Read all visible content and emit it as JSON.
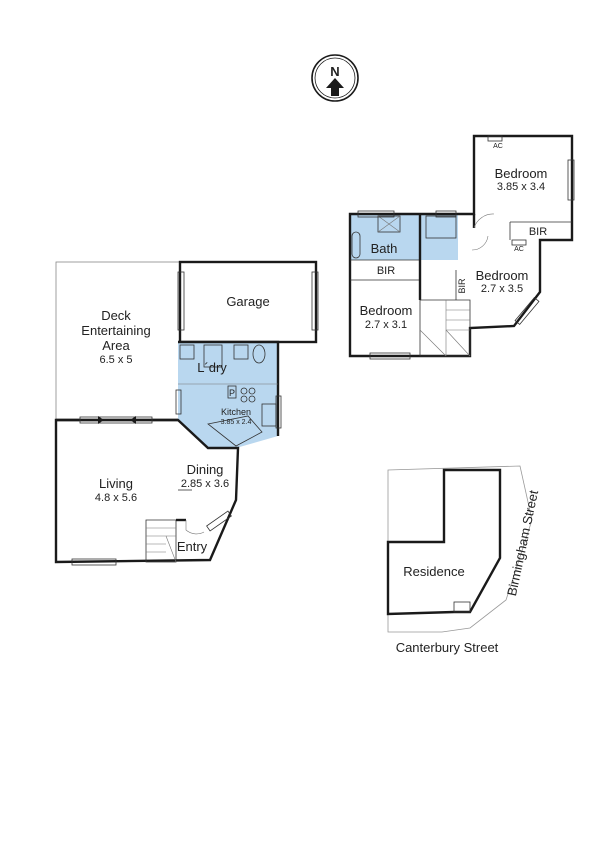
{
  "compass": {
    "letter": "N",
    "icon": "north-arrow-icon"
  },
  "colors": {
    "wet_area": "#b9d7ef",
    "wall": "#1a1a1a"
  },
  "ground_floor": {
    "deck": {
      "line1": "Deck",
      "line2": "Entertaining",
      "line3": "Area",
      "dims": "6.5 x 5"
    },
    "garage": {
      "label": "Garage"
    },
    "laundry": {
      "label": "L´dry"
    },
    "pantry": {
      "label": "P"
    },
    "kitchen": {
      "label": "Kitchen",
      "dims": "3.85 x 2.4"
    },
    "living": {
      "label": "Living",
      "dims": "4.8 x 5.6"
    },
    "dining": {
      "label": "Dining",
      "dims": "2.85 x 3.6"
    },
    "entry": {
      "label": "Entry"
    }
  },
  "first_floor": {
    "bedroom_main": {
      "label": "Bedroom",
      "dims": "3.85 x 3.4"
    },
    "bedroom_left": {
      "label": "Bedroom",
      "dims": "2.7 x 3.1"
    },
    "bedroom_right": {
      "label": "Bedroom",
      "dims": "2.7 x 3.5"
    },
    "bath": {
      "label": "Bath"
    },
    "bir_left": {
      "label": "BIR"
    },
    "bir_right": {
      "label": "BIR"
    },
    "bir_stair": {
      "label": "BIR"
    },
    "ac_top": {
      "label": "AC"
    },
    "ac_right": {
      "label": "AC"
    }
  },
  "site_plan": {
    "residence": {
      "label": "Residence"
    },
    "street_bottom": {
      "label": "Canterbury Street"
    },
    "street_right": {
      "label": "Birmingham Street"
    }
  }
}
